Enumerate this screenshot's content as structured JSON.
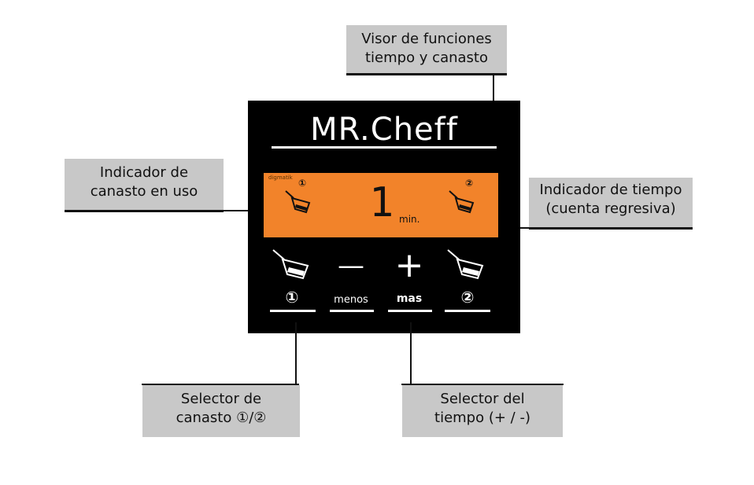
{
  "panel": {
    "brand": "MR.Cheff",
    "lcd": {
      "maker": "digmatik",
      "basket1_number": "①",
      "basket2_number": "②",
      "digit": "1",
      "unit": "min."
    },
    "controls": {
      "basket1_label": "①",
      "minus_symbol": "—",
      "minus_label": "menos",
      "plus_symbol": "+",
      "plus_label": "mas",
      "basket2_label": "②"
    }
  },
  "callouts": {
    "display": [
      "Visor de funciones",
      "tiempo y canasto"
    ],
    "basket_indicator": [
      "Indicador de",
      "canasto en uso"
    ],
    "time_indicator": [
      "Indicador de tiempo",
      "(cuenta regresiva)"
    ],
    "basket_selector": [
      "Selector de",
      "canasto ①/②"
    ],
    "time_selector": [
      "Selector del",
      "tiempo (+ / -)"
    ]
  },
  "colors": {
    "panel": "#000000",
    "lcd": "#f2832a",
    "callout_box": "#c8c8c8"
  }
}
